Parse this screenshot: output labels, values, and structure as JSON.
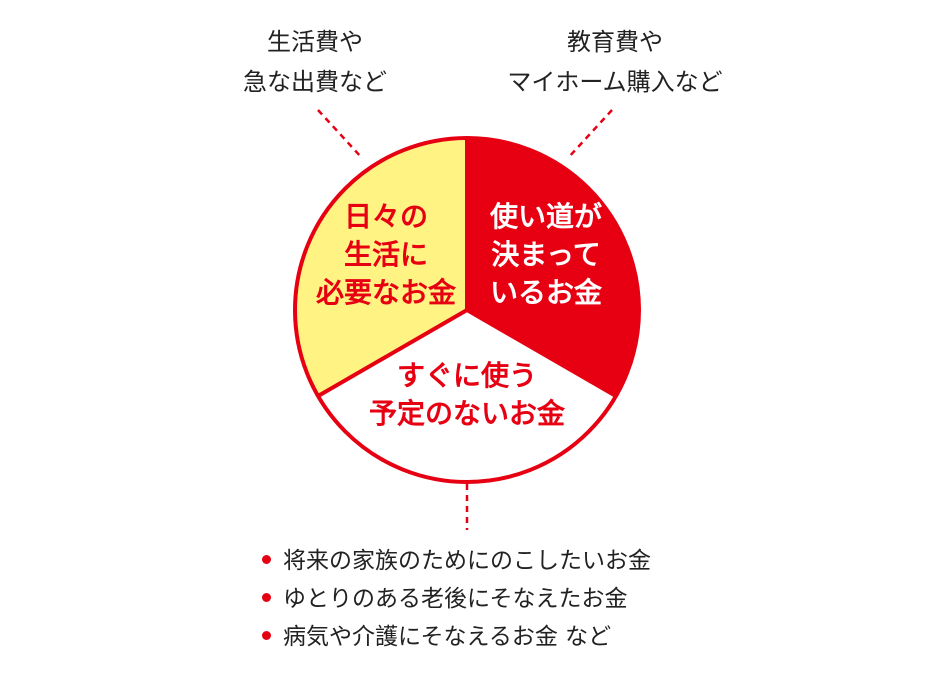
{
  "colors": {
    "red": "#e60012",
    "yellow": "#fff384",
    "white": "#ffffff",
    "text_dark": "#222222"
  },
  "callouts": {
    "top_left": [
      "生活費や",
      "急な出費など"
    ],
    "top_right": [
      "教育費や",
      "マイホーム購入など"
    ]
  },
  "segments": {
    "daily": [
      "日々の",
      "生活に",
      "必要なお金"
    ],
    "planned": [
      "使い道が",
      "決まって",
      "いるお金"
    ],
    "unused": [
      "すぐに使う",
      "予定のないお金"
    ]
  },
  "bullets": [
    "将来の家族のためにのこしたいお金",
    "ゆとりのある老後にそなえたお金",
    "病気や介護にそなえるお金 など"
  ]
}
